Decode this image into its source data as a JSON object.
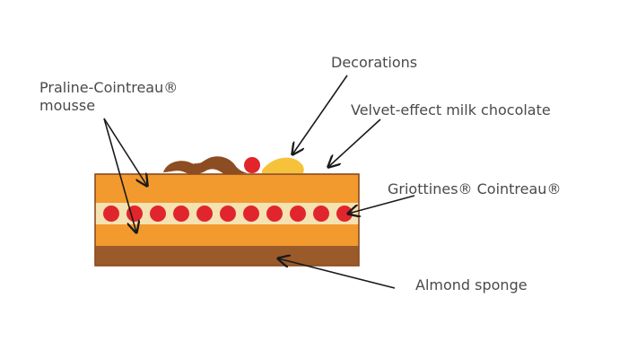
{
  "labels": {
    "mousse_line1": "Praline-Cointreau®",
    "mousse_line2": "mousse",
    "decorations": "Decorations",
    "velvet": "Velvet-effect milk chocolate",
    "griottines": "Griottines® Cointreau®",
    "sponge": "Almond sponge"
  },
  "colors": {
    "mousse": "#f29a2e",
    "cream_band": "#f4e2b2",
    "cherry": "#e0262c",
    "sponge": "#9a5a2a",
    "chocolate_curl": "#8c4d22",
    "gold_decoration": "#f5c23a",
    "outline": "#8a4a1e",
    "arrow": "#1a1a1a"
  },
  "cherry_count": 11
}
